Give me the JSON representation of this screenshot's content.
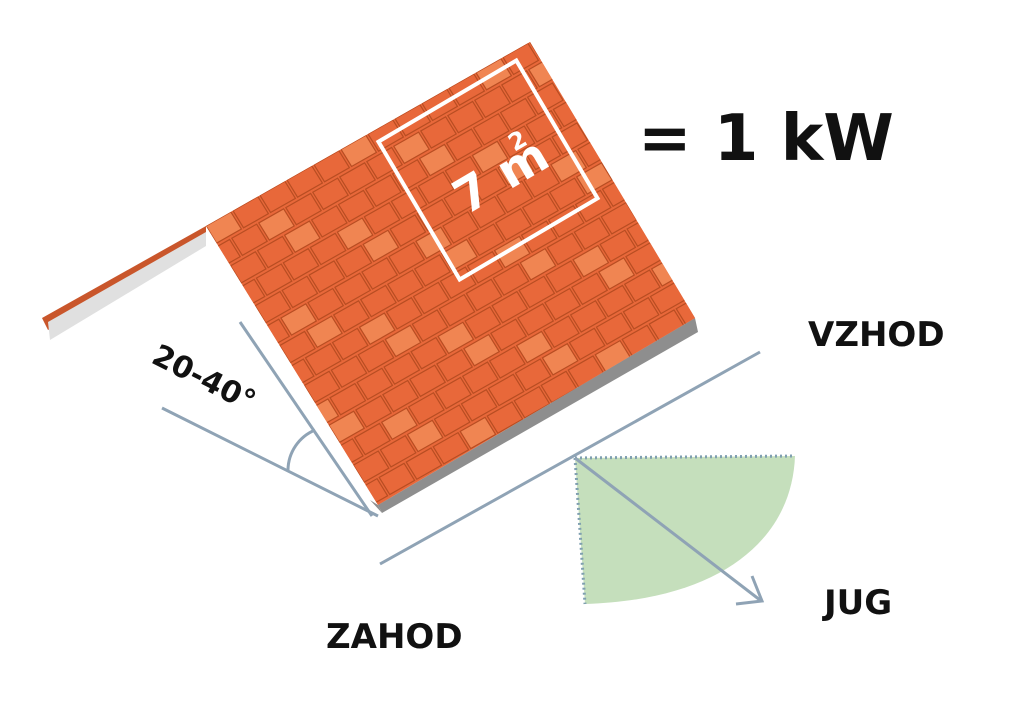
{
  "area_label": "7 m",
  "area_superscript": "2",
  "equation": "= 1 kW",
  "angle_label": "20-40°",
  "directions": {
    "east": "VZHOD",
    "west": "ZAHOD",
    "south": "JUG"
  },
  "colors": {
    "roof_tile": "#e8683a",
    "roof_tile_light": "#f08552",
    "roof_tile_dark": "#b84d22",
    "roof_side": "#dcdcdc",
    "roof_edge_shadow": "#9a9a9a",
    "guide_line": "#8fa3b5",
    "sector_fill": "#c5dfbc",
    "sector_dots": "#7f9fb0",
    "text": "#111111"
  },
  "icons": {
    "roof": "house-roof-illustration",
    "arrow": "south-direction-arrow"
  }
}
